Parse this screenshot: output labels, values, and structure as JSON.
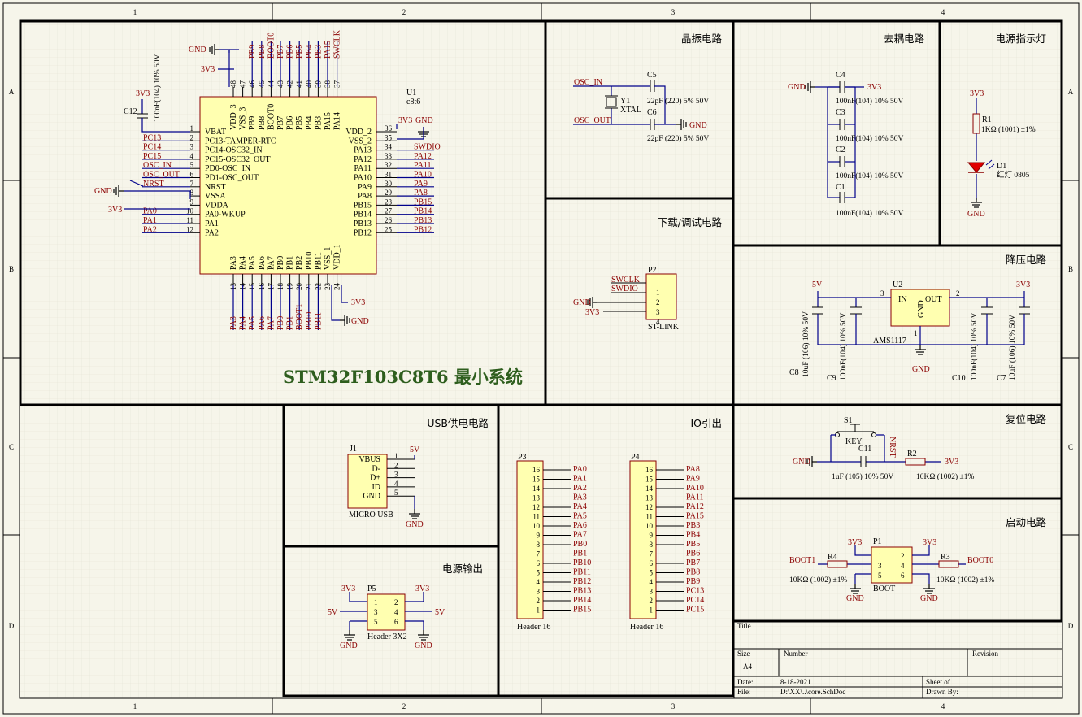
{
  "frame": {
    "columns": [
      "1",
      "2",
      "3",
      "4"
    ],
    "rows": [
      "A",
      "B",
      "C",
      "D"
    ]
  },
  "sections": {
    "mcu_title": "STM32F103C8T6 最小系统",
    "osc": "晶振电路",
    "decoup": "去耦电路",
    "power_led": "电源指示灯",
    "debug": "下载/调试电路",
    "ldo": "降压电路",
    "usb": "USB供电电路",
    "io": "IO引出",
    "reset": "复位电路",
    "power_out": "电源输出",
    "boot": "启动电路"
  },
  "mcu": {
    "ref": "U1",
    "part": "c8t6",
    "left_pins": [
      {
        "num": "1",
        "name": "VBAT",
        "net": ""
      },
      {
        "num": "2",
        "name": "PC13-TAMPER-RTC",
        "net": "PC13"
      },
      {
        "num": "3",
        "name": "PC14-OSC32_IN",
        "net": "PC14"
      },
      {
        "num": "4",
        "name": "PC15-OSC32_OUT",
        "net": "PC15"
      },
      {
        "num": "5",
        "name": "PD0-OSC_IN",
        "net": "OSC_IN"
      },
      {
        "num": "6",
        "name": "PD1-OSC_OUT",
        "net": "OSC_OUT"
      },
      {
        "num": "7",
        "name": "NRST",
        "net": "NRST"
      },
      {
        "num": "8",
        "name": "VSSA",
        "net": ""
      },
      {
        "num": "9",
        "name": "VDDA",
        "net": ""
      },
      {
        "num": "10",
        "name": "PA0-WKUP",
        "net": "PA0"
      },
      {
        "num": "11",
        "name": "PA1",
        "net": "PA1"
      },
      {
        "num": "12",
        "name": "PA2",
        "net": "PA2"
      }
    ],
    "right_pins": [
      {
        "num": "36",
        "name": "VDD_2",
        "net": ""
      },
      {
        "num": "35",
        "name": "VSS_2",
        "net": ""
      },
      {
        "num": "34",
        "name": "PA13",
        "net": "SWDIO"
      },
      {
        "num": "33",
        "name": "PA12",
        "net": "PA12"
      },
      {
        "num": "32",
        "name": "PA11",
        "net": "PA11"
      },
      {
        "num": "31",
        "name": "PA10",
        "net": "PA10"
      },
      {
        "num": "30",
        "name": "PA9",
        "net": "PA9"
      },
      {
        "num": "29",
        "name": "PA8",
        "net": "PA8"
      },
      {
        "num": "28",
        "name": "PB15",
        "net": "PB15"
      },
      {
        "num": "27",
        "name": "PB14",
        "net": "PB14"
      },
      {
        "num": "26",
        "name": "PB13",
        "net": "PB13"
      },
      {
        "num": "25",
        "name": "PB12",
        "net": "PB12"
      }
    ],
    "top_pins": [
      {
        "num": "48",
        "name": "VDD_3",
        "net": ""
      },
      {
        "num": "47",
        "name": "VSS_3",
        "net": ""
      },
      {
        "num": "46",
        "name": "PB9",
        "net": "PB9"
      },
      {
        "num": "45",
        "name": "PB8",
        "net": "PB8"
      },
      {
        "num": "44",
        "name": "BOOT0",
        "net": "BOOT0"
      },
      {
        "num": "43",
        "name": "PB7",
        "net": "PB7"
      },
      {
        "num": "42",
        "name": "PB6",
        "net": "PB6"
      },
      {
        "num": "41",
        "name": "PB5",
        "net": "PB5"
      },
      {
        "num": "40",
        "name": "PB4",
        "net": "PB4"
      },
      {
        "num": "39",
        "name": "PB3",
        "net": "PB3"
      },
      {
        "num": "38",
        "name": "PA15",
        "net": "PA15"
      },
      {
        "num": "37",
        "name": "PA14",
        "net": "SWCLK"
      }
    ],
    "bottom_pins": [
      {
        "num": "13",
        "name": "PA3",
        "net": "PA3"
      },
      {
        "num": "14",
        "name": "PA4",
        "net": "PA4"
      },
      {
        "num": "15",
        "name": "PA5",
        "net": "PA5"
      },
      {
        "num": "16",
        "name": "PA6",
        "net": "PA6"
      },
      {
        "num": "17",
        "name": "PA7",
        "net": "PA7"
      },
      {
        "num": "18",
        "name": "PB0",
        "net": "PB0"
      },
      {
        "num": "19",
        "name": "PB1",
        "net": "PB1"
      },
      {
        "num": "20",
        "name": "PB2",
        "net": "BOOT1"
      },
      {
        "num": "21",
        "name": "PB10",
        "net": "PB10"
      },
      {
        "num": "22",
        "name": "PB11",
        "net": "PB11"
      },
      {
        "num": "23",
        "name": "VSS_1",
        "net": ""
      },
      {
        "num": "24",
        "name": "VDD_1",
        "net": ""
      }
    ],
    "c12_ref": "C12",
    "c12_val": "100nF(104) 10% 50V"
  },
  "nets": {
    "v33": "3V3",
    "gnd": "GND",
    "v5": "5V",
    "osc_in": "OSC_IN",
    "osc_out": "OSC_OUT",
    "swclk": "SWCLK",
    "swdio": "SWDIO",
    "nrst": "NRST",
    "boot0": "BOOT0",
    "boot1": "BOOT1"
  },
  "osc": {
    "c5": "C5",
    "c5_val": "22pF (220) 5% 50V",
    "c6": "C6",
    "c6_val": "22pF (220) 5% 50V",
    "y1": "Y1",
    "y1_val": "XTAL"
  },
  "decoup": {
    "caps": [
      "C4",
      "C3",
      "C2",
      "C1"
    ],
    "val": "100nF(104) 10% 50V"
  },
  "led": {
    "r1": "R1",
    "r1_val": "1KΩ (1001) ±1%",
    "d1": "D1",
    "d1_val": "红灯 0805"
  },
  "debug": {
    "ref": "P2",
    "part": "ST-LINK",
    "pins": [
      "1",
      "2",
      "3",
      "4"
    ]
  },
  "ldo": {
    "ref": "U2",
    "part": "AMS1117",
    "in": "IN",
    "out": "OUT",
    "gnd": "GND",
    "pin_in": "3",
    "pin_out": "2",
    "pin_gnd": "1",
    "c8": "C8",
    "c8_val": "10uF (106) 10% 50V",
    "c9": "C9",
    "c9_val": "100nF(104) 10% 50V",
    "c10": "C10",
    "c10_val": "100nF(104) 10% 50V",
    "c7": "C7",
    "c7_val": "10uF (106) 10% 50V"
  },
  "usb": {
    "ref": "J1",
    "part": "MICRO USB",
    "pins": [
      {
        "name": "VBUS",
        "num": "1"
      },
      {
        "name": "D-",
        "num": "2"
      },
      {
        "name": "D+",
        "num": "3"
      },
      {
        "name": "ID",
        "num": "4"
      },
      {
        "name": "GND",
        "num": "5"
      }
    ]
  },
  "io": {
    "p3": "P3",
    "p4": "P4",
    "part": "Header 16",
    "nums": [
      "16",
      "15",
      "14",
      "13",
      "12",
      "11",
      "10",
      "9",
      "8",
      "7",
      "6",
      "5",
      "4",
      "3",
      "2",
      "1"
    ],
    "p3_nets": [
      "PA0",
      "PA1",
      "PA2",
      "PA3",
      "PA4",
      "PA5",
      "PA6",
      "PA7",
      "PB0",
      "PB1",
      "PB10",
      "PB11",
      "PB12",
      "PB13",
      "PB14",
      "PB15"
    ],
    "p4_nets": [
      "PA8",
      "PA9",
      "PA10",
      "PA11",
      "PA12",
      "PA15",
      "PB3",
      "PB4",
      "PB5",
      "PB6",
      "PB7",
      "PB8",
      "PB9",
      "PC13",
      "PC14",
      "PC15"
    ]
  },
  "reset": {
    "s1": "S1",
    "s1_val": "KEY",
    "c11": "C11",
    "c11_val": "1uF (105) 10% 50V",
    "r2": "R2",
    "r2_val": "10KΩ (1002) ±1%"
  },
  "power_out": {
    "ref": "P5",
    "part": "Header 3X2",
    "pins": [
      "1",
      "2",
      "3",
      "4",
      "5",
      "6"
    ]
  },
  "boot": {
    "ref": "P1",
    "part": "BOOT",
    "pins": [
      "1",
      "2",
      "3",
      "4",
      "5",
      "6"
    ],
    "r4": "R4",
    "r4_val": "10KΩ (1002) ±1%",
    "r3": "R3",
    "r3_val": "10KΩ (1002) ±1%"
  },
  "titleblock": {
    "title_lbl": "Title",
    "size_lbl": "Size",
    "size_val": "A4",
    "number_lbl": "Number",
    "revision_lbl": "Revision",
    "date_lbl": "Date:",
    "date_val": "8-18-2021",
    "file_lbl": "File:",
    "file_val": "D:\\XX\\..\\core.SchDoc",
    "sheet_lbl": "Sheet   of",
    "drawn_lbl": "Drawn By:"
  }
}
